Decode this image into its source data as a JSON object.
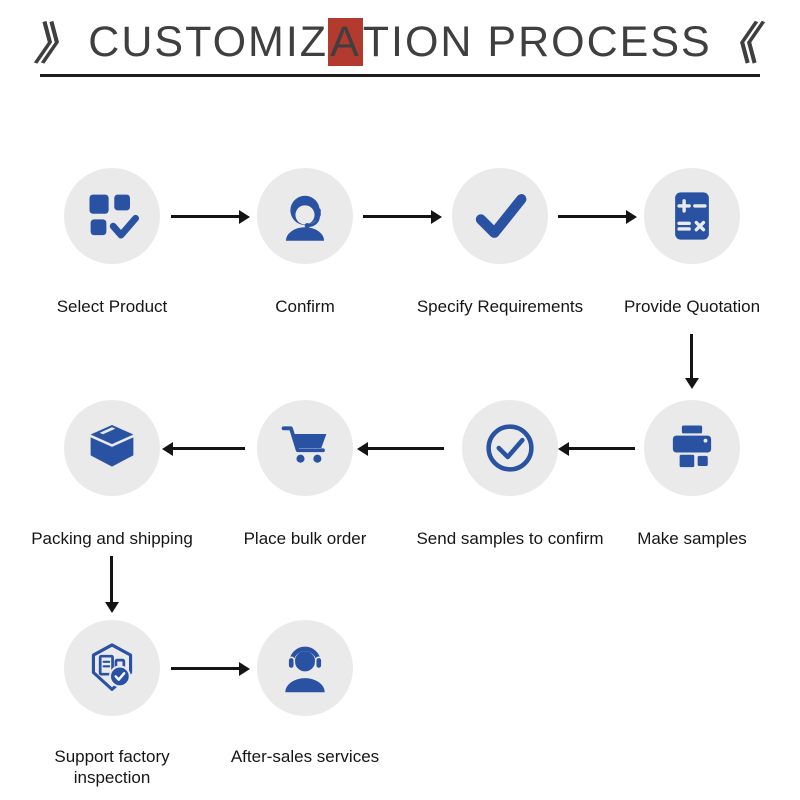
{
  "title": {
    "left_mark": "》",
    "text_before_highlight": "CUSTOMIZ",
    "highlight_letter": "A",
    "text_after_highlight": "TION PROCESS",
    "right_mark": "《"
  },
  "colors": {
    "icon_blue": "#2a52a3",
    "circle_bg": "#eaeaea",
    "arrow": "#141414",
    "title_color": "#3f3f3f",
    "highlight_bg": "#b23a2e",
    "divider": "#1c1c1c",
    "label": "#161616"
  },
  "nodes": [
    {
      "label": "Select Product",
      "icon": "product-grid-check-icon"
    },
    {
      "label": "Confirm",
      "icon": "customer-service-icon"
    },
    {
      "label": "Specify Requirements",
      "icon": "checkmark-icon"
    },
    {
      "label": "Provide Quotation",
      "icon": "calculator-icon"
    },
    {
      "label": "Make samples",
      "icon": "printer-icon"
    },
    {
      "label": "Send samples to confirm",
      "icon": "circle-check-icon"
    },
    {
      "label": "Place bulk order",
      "icon": "shopping-cart-icon"
    },
    {
      "label": "Packing and shipping",
      "icon": "package-box-icon"
    },
    {
      "label": "Support factory inspection",
      "icon": "factory-inspection-icon"
    },
    {
      "label": "After-sales services",
      "icon": "headphones-support-icon"
    }
  ]
}
